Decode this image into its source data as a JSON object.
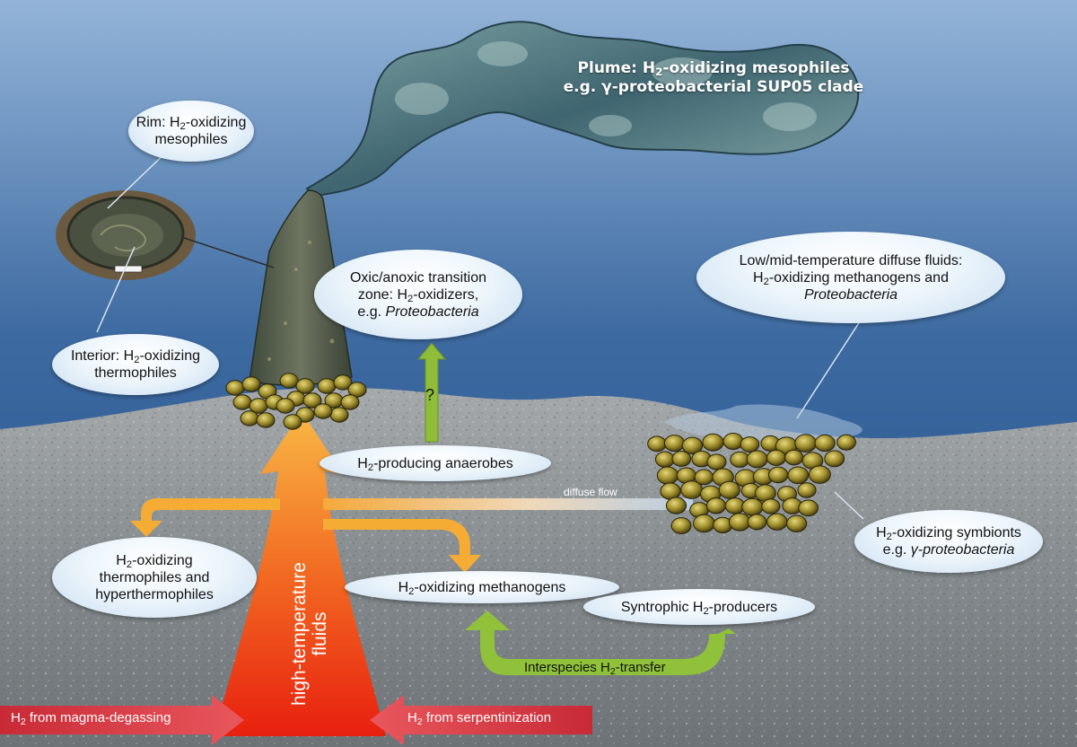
{
  "plume": {
    "line1": [
      "Plume: H",
      "2",
      "-oxidizing mesophiles"
    ],
    "line2": "e.g. γ-proteobacterial SUP05 clade"
  },
  "rim": {
    "line1": [
      "Rim: H",
      "2",
      "-oxidizing"
    ],
    "line2": "mesophiles"
  },
  "interior": {
    "line1": [
      "Interior: H",
      "2",
      "-oxidizing"
    ],
    "line2": "thermophiles"
  },
  "oxic": {
    "line1": "Oxic/anoxic transition",
    "line2": [
      "zone: H",
      "2",
      "-oxidizers,"
    ],
    "line3_prefix": "e.g. ",
    "line3_italic": "Proteobacteria"
  },
  "diffuse_fluids": {
    "line1": "Low/mid-temperature diffuse fluids:",
    "line2": [
      "H",
      "2",
      "-oxidizing methanogens and"
    ],
    "line3_italic": "Proteobacteria"
  },
  "anaerobes": {
    "label": [
      "H",
      "2",
      "-producing anaerobes"
    ]
  },
  "thermophiles": {
    "line1": [
      "H",
      "2",
      "-oxidizing"
    ],
    "line2": "thermophiles and",
    "line3": "hyperthermophiles"
  },
  "methanogens": {
    "label": [
      "H",
      "2",
      "-oxidizing methanogens"
    ]
  },
  "syntrophic": {
    "label": [
      "Syntrophic H",
      "2",
      "-producers"
    ]
  },
  "symbionts": {
    "line1": [
      "H",
      "2",
      "-oxidizing symbionts"
    ],
    "line2_prefix": "e.g. ",
    "line2_italic": "γ-proteobacteria"
  },
  "interspecies": {
    "label": [
      "Interspecies H",
      "2",
      "-transfer"
    ]
  },
  "hot_fluids": {
    "line1": "high-temperature",
    "line2": "fluids"
  },
  "magma": {
    "label": [
      "H",
      "2",
      " from magma-degassing"
    ]
  },
  "serpentinization": {
    "label": [
      "H",
      "2",
      " from serpentinization"
    ]
  },
  "question_mark": "?",
  "diffuse_flow": "diffuse flow",
  "colors": {
    "ocean_top": "#93b4d8",
    "ocean_bottom": "#1f4d86",
    "seafloor": "#8a8f92",
    "hot_arrow": "#e93a12",
    "yellow_arrow": "#f4b135",
    "green_arrow": "#8fc23a",
    "red_arrow": "#d2323e"
  }
}
